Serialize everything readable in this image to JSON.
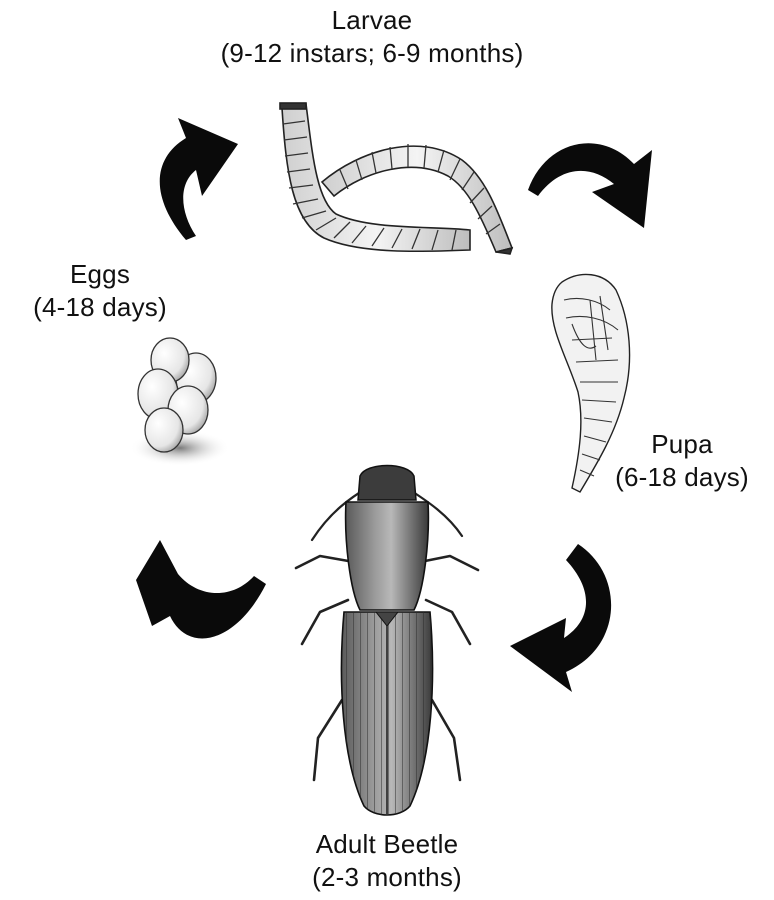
{
  "stages": {
    "larvae": {
      "name": "Larvae",
      "duration": "(9-12 instars; 6-9 months)"
    },
    "pupa": {
      "name": "Pupa",
      "duration": "(6-18 days)"
    },
    "adult": {
      "name": "Adult Beetle",
      "duration": "(2-3 months)"
    },
    "eggs": {
      "name": "Eggs",
      "duration": "(4-18 days)"
    }
  },
  "colors": {
    "ink": "#111111",
    "arrow": "#0a0a0a",
    "shade": "#8c8c8c",
    "paper": "#ffffff"
  },
  "icons": [
    "curved-arrow-icon",
    "larva-illustration",
    "pupa-illustration",
    "beetle-illustration",
    "eggs-illustration"
  ]
}
